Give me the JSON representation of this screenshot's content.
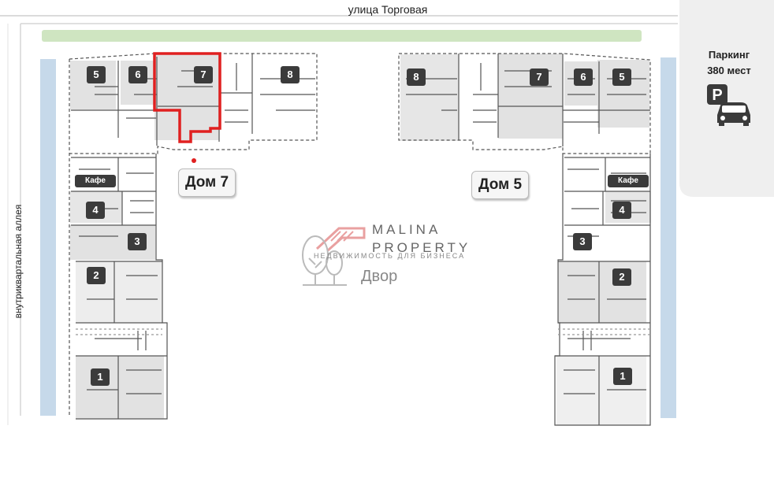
{
  "streets": {
    "top": "улица Торговая",
    "left": "внутриквартальная аллея"
  },
  "parking": {
    "title": "Паркинг",
    "capacity": "380 мест",
    "icon": "parking-car-icon"
  },
  "buildings": {
    "left": {
      "label": "Дом 7",
      "units": [
        "5",
        "6",
        "7",
        "8",
        "4",
        "3",
        "2",
        "1"
      ],
      "cafe": "Кафе",
      "highlighted_unit": "7"
    },
    "right": {
      "label": "Дом 5",
      "units": [
        "8",
        "7",
        "6",
        "5",
        "4",
        "3",
        "2",
        "1"
      ],
      "cafe": "Кафе"
    }
  },
  "brand": {
    "name_line1": "MALINA",
    "name_line2": "PROPERTY",
    "tagline": "НЕДВИЖИМОСТЬ ДЛЯ БИЗНЕСА",
    "logo_icon": "malina-house-tree-logo-icon"
  },
  "yard_label": "Двор",
  "colors": {
    "green_strip": "#cfe5c1",
    "blue_strip": "#c6d9ea",
    "unit_fill": "#e2e2e2",
    "highlight": "#e02020",
    "badge": "#3b3b3b"
  }
}
